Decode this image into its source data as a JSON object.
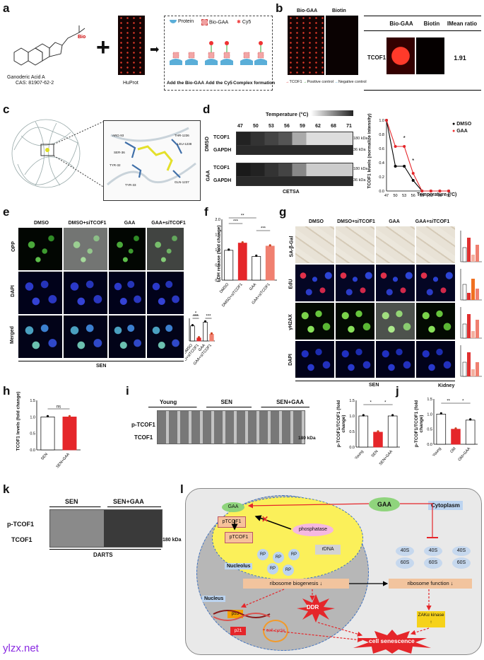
{
  "panels": {
    "a": "a",
    "b": "b",
    "c": "c",
    "d": "d",
    "e": "e",
    "f": "f",
    "g": "g",
    "h": "h",
    "i": "i",
    "j": "j",
    "k": "k",
    "l": "l"
  },
  "a": {
    "compound_name": "Ganoderic Acid A",
    "cas": "CAS:  81907-62-2",
    "bio_tag": "Bio",
    "plus": "+",
    "array_label": "HuProt",
    "legend_protein": "Protein",
    "legend_bio": "Bio-GAA",
    "legend_cy5": "Cy5",
    "step1": "Add the Bio-GAA",
    "step2": "Add the Cy5",
    "step3": "Complex formation"
  },
  "b": {
    "img1_title": "Bio-GAA",
    "img2_title": "Biotin",
    "legend_tcof1": "TCOF1",
    "legend_pos": "Positive control",
    "legend_neg": "Negative control",
    "table_headers": [
      "Bio-GAA",
      "Biotin",
      "IMean ratio"
    ],
    "row_label": "TCOF1",
    "ratio": "1.91"
  },
  "c": {
    "residues": [
      "ARG-93",
      "THR-1236",
      "LEU-1238",
      "GLN-1237",
      "SER-36",
      "TYR-33",
      "TYR-32"
    ]
  },
  "d": {
    "temp_title": "Temperature (°C)",
    "temps": [
      "47",
      "50",
      "53",
      "56",
      "59",
      "62",
      "68",
      "71"
    ],
    "groups": [
      "DMSO",
      "GAA"
    ],
    "bands": [
      "TCOF1",
      "GAPDH"
    ],
    "kda": [
      "180 kDa",
      "36 kDa"
    ],
    "method": "CETSA",
    "chart": {
      "ylabel": "TCOF1 levels (normalize intensity)",
      "xlabel": "Temperature (°C)",
      "legend": [
        "DMSO",
        "GAA"
      ],
      "sig": [
        "*",
        "*"
      ]
    }
  },
  "e": {
    "cols": [
      "DMSO",
      "DMSO+siTCOF1",
      "GAA",
      "GAA+siTCOF1"
    ],
    "rows": [
      "OPP",
      "DAPI",
      "Merged"
    ],
    "bottom": "SEN",
    "ylabel": "OPP mean intensity (fold change)",
    "xcats": [
      "DMSO",
      "DMSO+siTCOF1",
      "GAA",
      "GAA+siTCOF1"
    ],
    "sig": [
      "*",
      "***",
      "***"
    ]
  },
  "f": {
    "ylabel": "LDH release (fold change)",
    "yticks": [
      "0.0",
      "0.5",
      "1.0",
      "1.5",
      "2.0"
    ],
    "xcats": [
      "DMSO",
      "DMSO+siTCOF1",
      "GAA",
      "GAA+siTCOF1"
    ],
    "sig": [
      "**",
      "***",
      "***"
    ]
  },
  "g": {
    "cols": [
      "DMSO",
      "DMSO+siTCOF1",
      "GAA",
      "GAA+siTCOF1"
    ],
    "rows": [
      "SA-β-Gal",
      "EdU",
      "γH2AX",
      "DAPI"
    ],
    "bottom": "SEN"
  },
  "h": {
    "ylabel": "TCOF1 levels (fold change)",
    "yticks": [
      "0.0",
      "0.5",
      "1.0",
      "1.5"
    ],
    "xcats": [
      "SEN",
      "SEN+GAA"
    ],
    "sig": "ns"
  },
  "i": {
    "groups": [
      "Young",
      "SEN",
      "SEN+GAA"
    ],
    "bands": [
      "p-TCOF1",
      "TCOF1"
    ],
    "kda": "180 kDa",
    "ylabel": "p-TCOF1/TCOF1 (fold change)",
    "yticks": [
      "0.0",
      "0.5",
      "1.0",
      "1.5"
    ],
    "xcats": [
      "Young",
      "SEN",
      "SEN+GAA"
    ],
    "sig": [
      "*",
      "*"
    ]
  },
  "j": {
    "title": "Kidney",
    "ylabel": "p-TCOF1/TCOF1 (fold change)",
    "yticks": [
      "0.0",
      "0.5",
      "1.0",
      "1.5"
    ],
    "xcats": [
      "Young",
      "Old",
      "Old+GAA"
    ],
    "sig": [
      "**",
      "*"
    ]
  },
  "k": {
    "groups": [
      "SEN",
      "SEN+GAA"
    ],
    "bands": [
      "p-TCOF1",
      "TCOF1"
    ],
    "kda": "180 kDa",
    "method": "DARTS"
  },
  "l": {
    "gaa": "GAA",
    "cytoplasm": "Cytoplasm",
    "nucleolus": "Nucleolus",
    "nucleus": "Nucleus",
    "ptcof1": "pTCOF1",
    "phosphatase": "phosphatase",
    "rdna": "rDNA",
    "rp": "RP",
    "ribo_bio": "ribosome biogenesis",
    "ribo_fun": "ribosome function",
    "s40": "40S",
    "s60": "60S",
    "ddr": "DDR",
    "p53": "p53",
    "p21": "p21",
    "cellcycle": "cell cycle",
    "zak": "ZAKα kinase",
    "senescence": "cell senescence"
  },
  "watermark": "ylzx.net",
  "chart_data": [
    {
      "type": "line",
      "title": "",
      "xlabel": "Temperature (°C)",
      "ylabel": "TCOF1 levels (normalize intensity)",
      "x": [
        47,
        50,
        53,
        56,
        59,
        62,
        65,
        68
      ],
      "ylim": [
        0,
        1.0
      ],
      "series": [
        {
          "name": "DMSO",
          "values": [
            1.0,
            0.35,
            0.35,
            0.15,
            0.0,
            0.0,
            0.0,
            0.0
          ]
        },
        {
          "name": "GAA",
          "values": [
            1.0,
            0.63,
            0.63,
            0.25,
            0.0,
            0.0,
            0.0,
            0.0
          ]
        }
      ]
    },
    {
      "type": "bar",
      "ylabel": "OPP mean intensity (fold change)",
      "categories": [
        "DMSO",
        "DMSO+siTCOF1",
        "GAA",
        "GAA+siTCOF1"
      ],
      "values": [
        1.0,
        0.2,
        1.25,
        0.45
      ],
      "ylim": [
        0,
        1.5
      ]
    },
    {
      "type": "bar",
      "ylabel": "LDH release (fold change)",
      "categories": [
        "DMSO",
        "DMSO+siTCOF1",
        "GAA",
        "GAA+siTCOF1"
      ],
      "values": [
        0.98,
        1.22,
        0.78,
        1.12
      ],
      "ylim": [
        0,
        2.0
      ]
    },
    {
      "type": "bar",
      "ylabel": "TCOF1 levels (fold change)",
      "categories": [
        "SEN",
        "SEN+GAA"
      ],
      "values": [
        1.0,
        1.0
      ],
      "ylim": [
        0,
        1.5
      ]
    },
    {
      "type": "bar",
      "ylabel": "p-TCOF1/TCOF1 (fold change)",
      "categories": [
        "Young",
        "SEN",
        "SEN+GAA"
      ],
      "values": [
        1.0,
        0.48,
        1.0
      ],
      "ylim": [
        0,
        1.5
      ]
    },
    {
      "type": "bar",
      "title": "Kidney",
      "ylabel": "p-TCOF1/TCOF1 (fold change)",
      "categories": [
        "Young",
        "Old",
        "Old+GAA"
      ],
      "values": [
        1.0,
        0.5,
        0.8
      ],
      "ylim": [
        0,
        1.5
      ]
    }
  ]
}
